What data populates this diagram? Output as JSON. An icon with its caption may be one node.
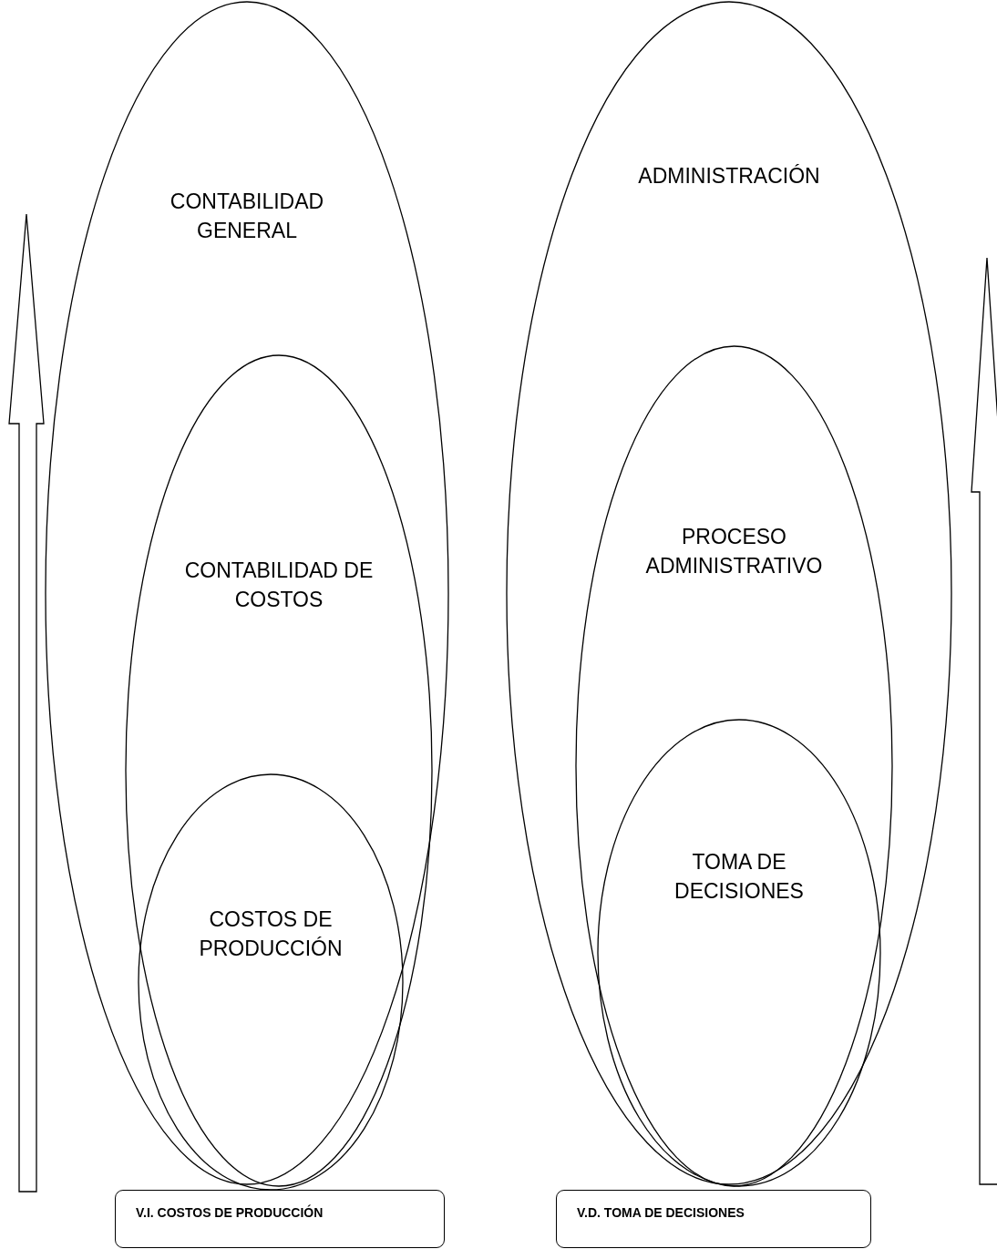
{
  "diagram": {
    "nodes": [
      {
        "text": [
          "CONTABILIDAD GENERAL"
        ]
      },
      {
        "text": [
          "CONTABILIDAD DE COSTOS"
        ],
        "in": 0
      },
      {
        "text": [
          "COSTOS DE PRODUCCIÓN"
        ],
        "in": 1
      },
      {
        "text": [
          "ADMINISTRACIÓN"
        ]
      },
      {
        "text": [
          "PROCESO ADMINISTRATIVO"
        ],
        "in": 3
      },
      {
        "text": [
          "TOMA DE DECISIONES"
        ],
        "in": 4
      },
      {
        "text": [
          "V.I. COSTOS DE PRODUCCIÓN"
        ]
      },
      {
        "text": [
          "V.D. TOMA DE DECISIONES"
        ]
      }
    ]
  }
}
